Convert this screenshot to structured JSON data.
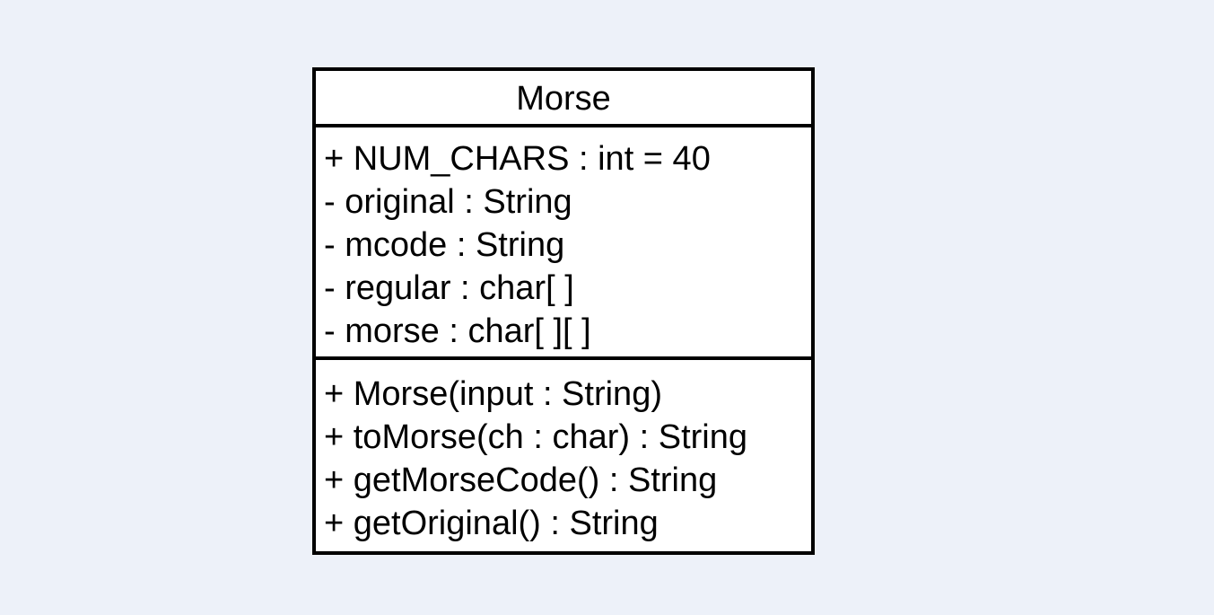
{
  "diagram": {
    "class_name": "Morse",
    "attributes": [
      "+ NUM_CHARS : int = 40",
      "- original : String",
      "- mcode : String",
      "- regular : char[ ]",
      "- morse : char[ ][ ]"
    ],
    "operations": [
      "+ Morse(input : String)",
      "+ toMorse(ch : char) : String",
      "+ getMorseCode() : String",
      "+ getOriginal() : String"
    ]
  },
  "colors": {
    "background": "#edf1f9",
    "box_fill": "#ffffff",
    "border": "#000000",
    "text": "#000000"
  }
}
